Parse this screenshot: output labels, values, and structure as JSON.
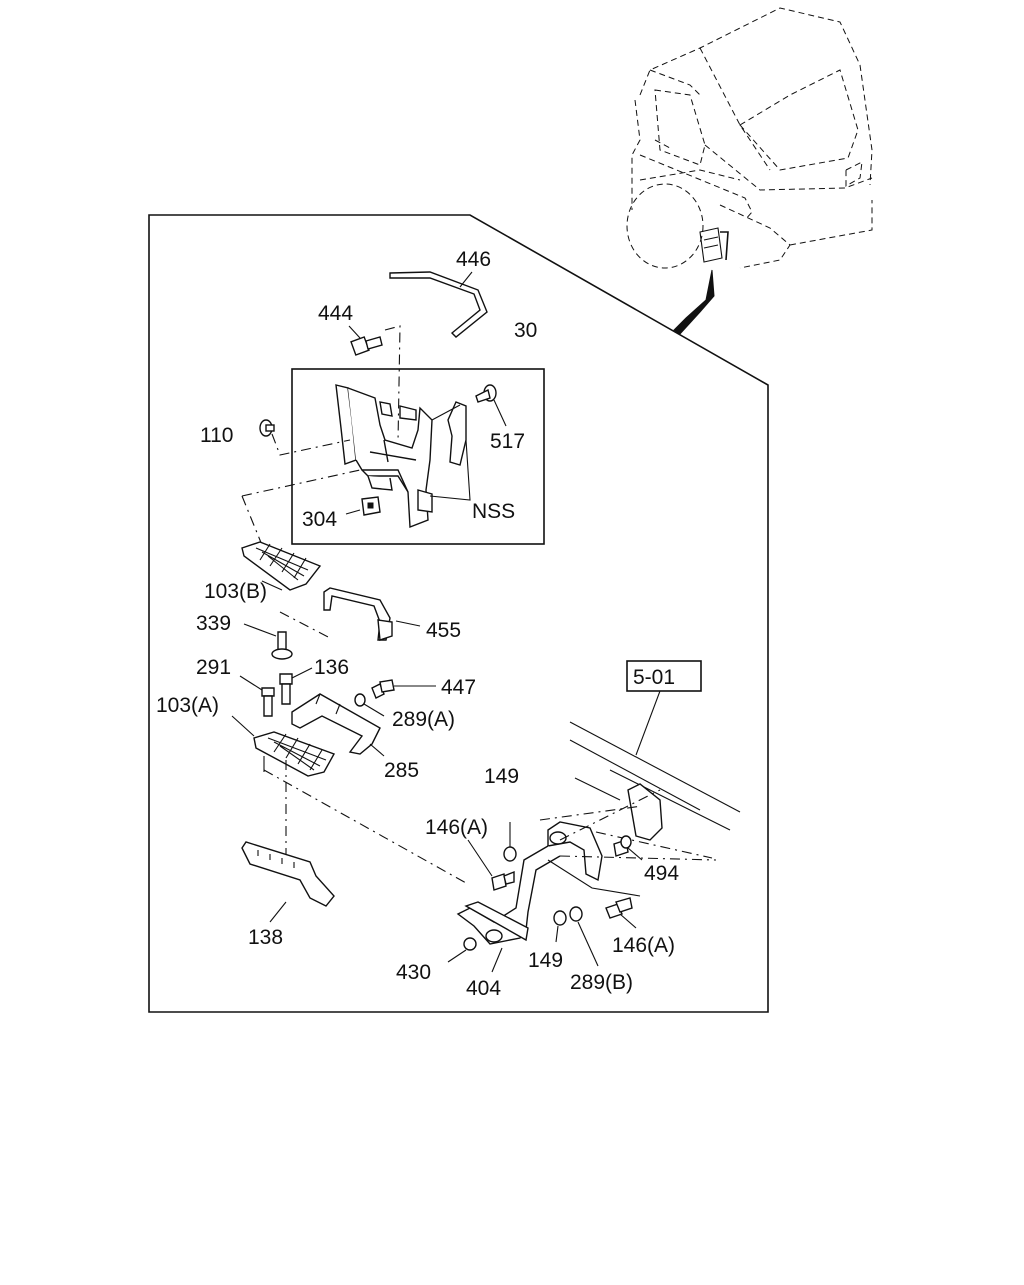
{
  "diagram": {
    "reference_box": "5-01",
    "callouts": {
      "p446": "446",
      "p444": "444",
      "p30": "30",
      "p110": "110",
      "p517": "517",
      "p304": "304",
      "pNSS": "NSS",
      "p103b": "103(B)",
      "p339": "339",
      "p455": "455",
      "p291": "291",
      "p136": "136",
      "p447": "447",
      "p103a": "103(A)",
      "p289a": "289(A)",
      "p285": "285",
      "p149a": "149",
      "p146a1": "146(A)",
      "p494": "494",
      "p138": "138",
      "p146a2": "146(A)",
      "p149b": "149",
      "p430": "430",
      "p404": "404",
      "p289b": "289(B)"
    }
  }
}
